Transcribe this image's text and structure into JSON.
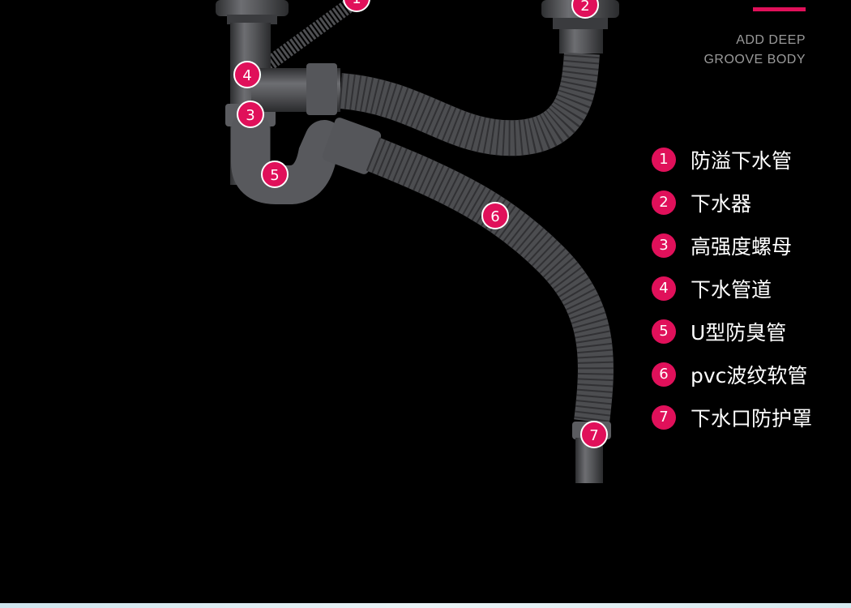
{
  "header": {
    "subtitle_lines": [
      "ADD DEEP",
      "GROOVE BODY"
    ]
  },
  "colors": {
    "accent": "#e0105a",
    "background": "#000000",
    "pipe": "#4a4b4e"
  },
  "markers": [
    "1",
    "2",
    "3",
    "4",
    "5",
    "6",
    "7"
  ],
  "legend": [
    {
      "num": "1",
      "label": "防溢下水管"
    },
    {
      "num": "2",
      "label": "下水器"
    },
    {
      "num": "3",
      "label": "高强度螺母"
    },
    {
      "num": "4",
      "label": "下水管道"
    },
    {
      "num": "5",
      "label": "U型防臭管"
    },
    {
      "num": "6",
      "label": "pvc波纹软管"
    },
    {
      "num": "7",
      "label": "下水口防护罩"
    }
  ]
}
